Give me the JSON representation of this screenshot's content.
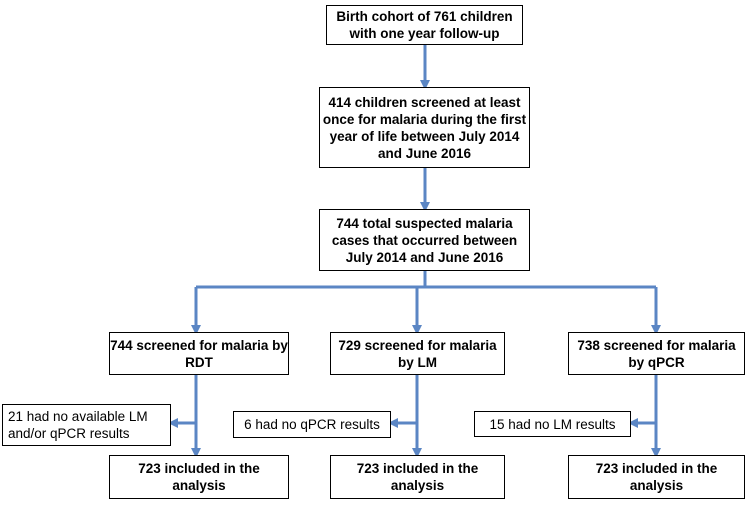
{
  "diagram": {
    "arrow_color": "#5B86C4",
    "border_color": "#000000",
    "boxes": {
      "cohort": "Birth cohort of 761 children with one year follow-up",
      "screened_children": "414 children screened at least once for malaria during the first year of life between July 2014 and June 2016",
      "suspected_cases": "744 total suspected malaria cases that occurred between July 2014 and June 2016",
      "rdt": "744 screened for malaria by RDT",
      "lm": "729 screened for malaria by LM",
      "qpcr": "738 screened for malaria by qPCR",
      "excluded_rdt": "21 had no available LM and/or qPCR results",
      "excluded_lm": "6 had no qPCR results",
      "excluded_qpcr": "15 had no LM results",
      "included_rdt": "723 included in the analysis",
      "included_lm": "723 included in the analysis",
      "included_qpcr": "723 included in the analysis"
    }
  }
}
